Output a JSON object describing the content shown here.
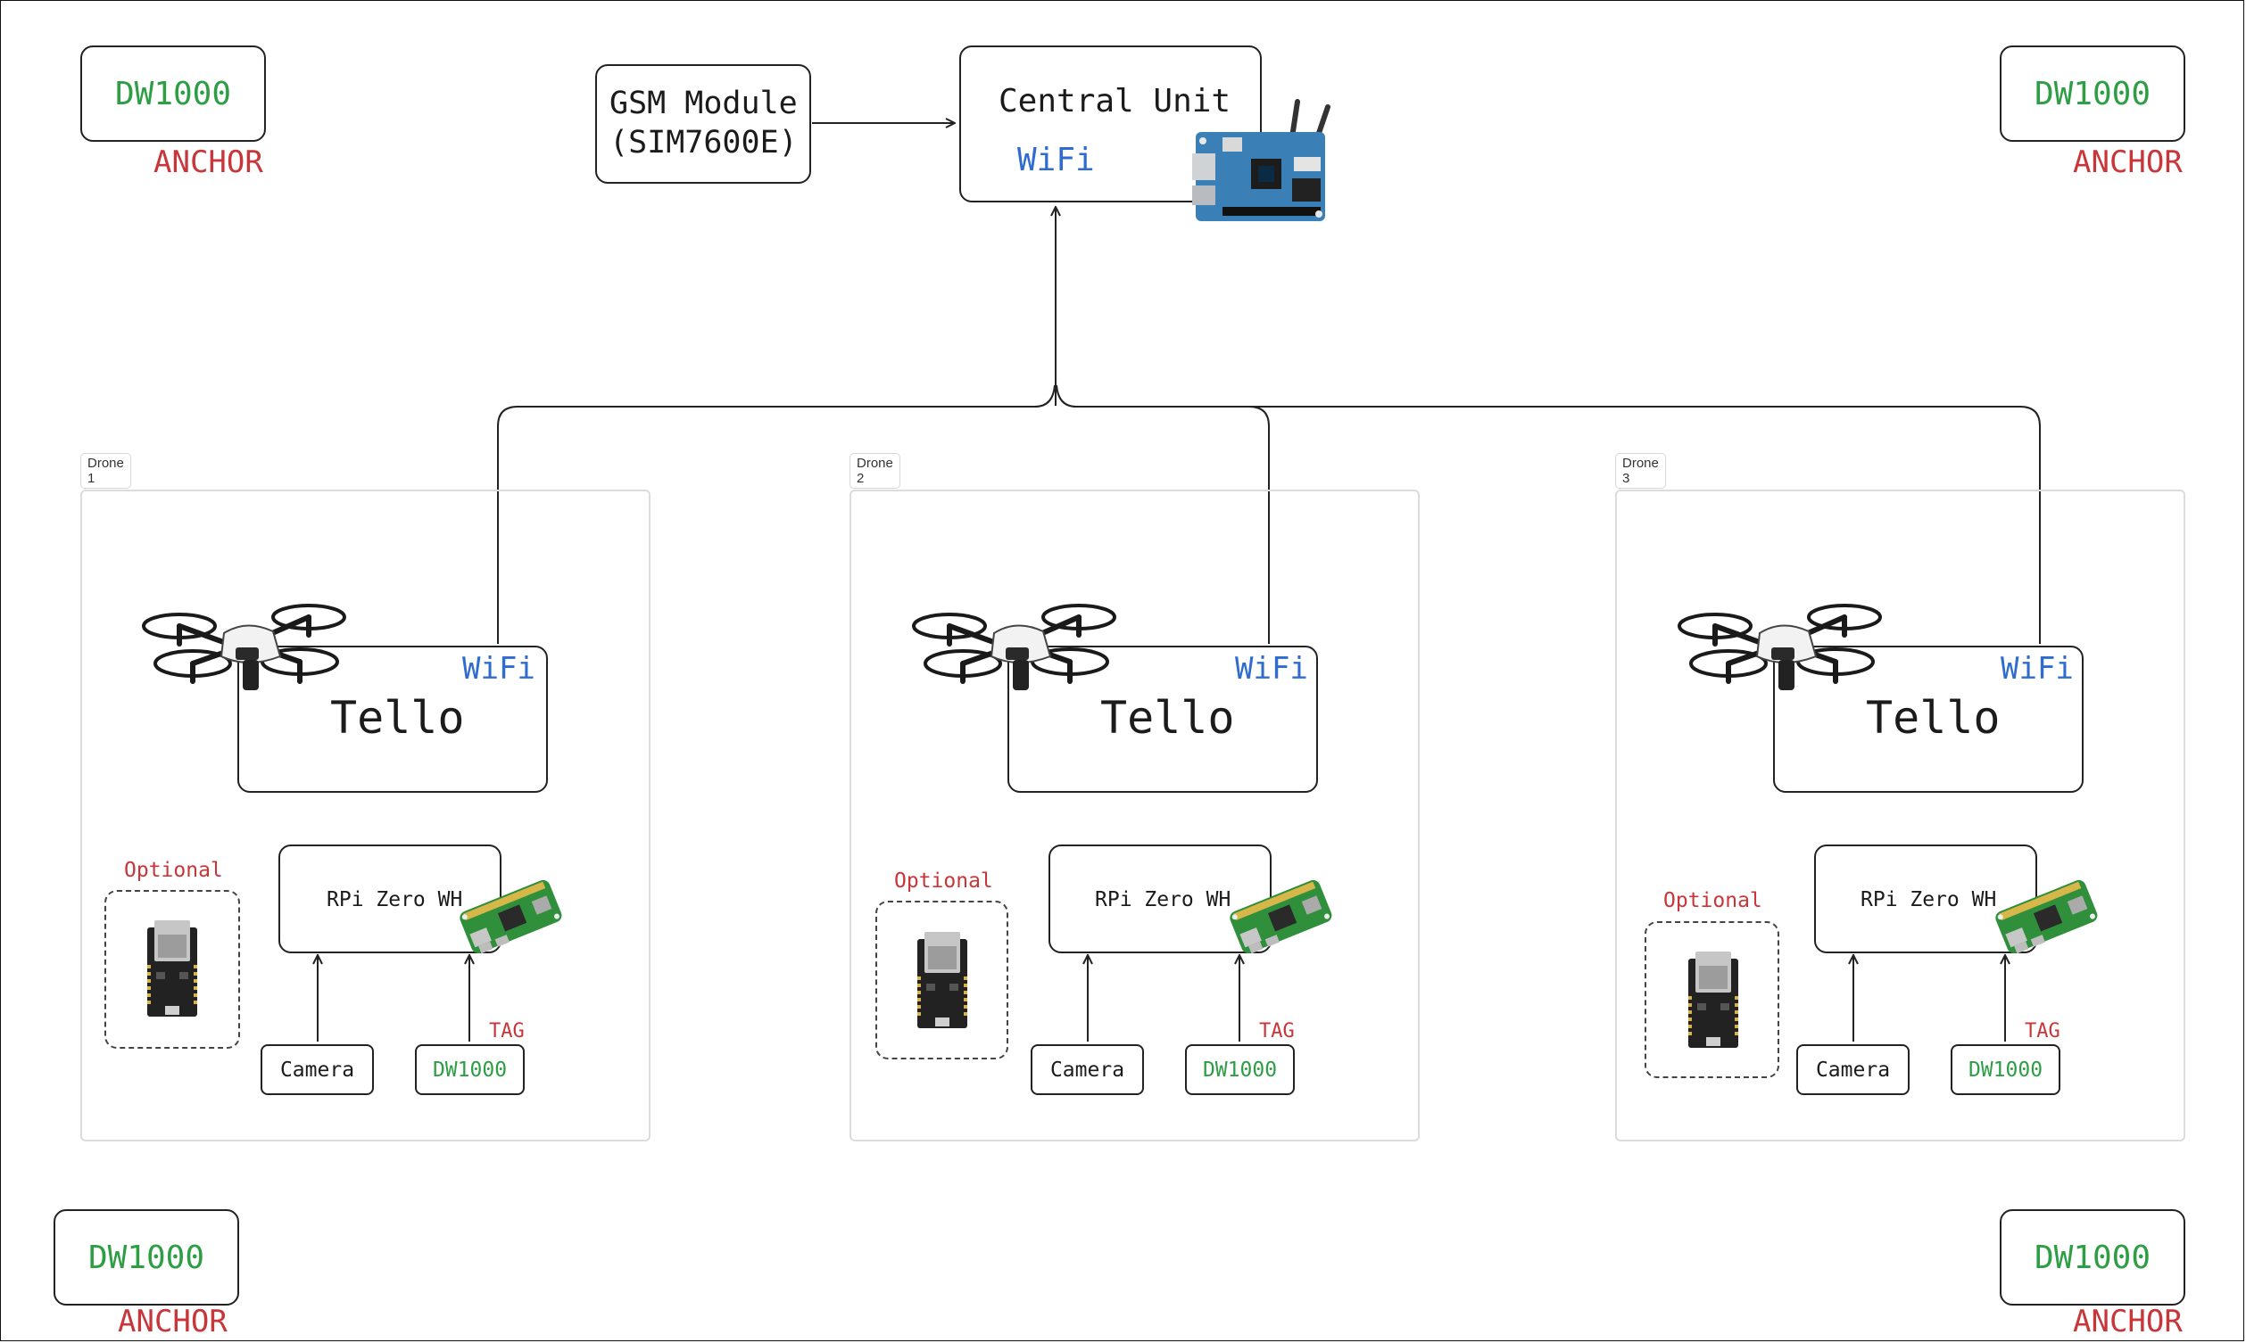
{
  "anchors": {
    "chip_label": "DW1000",
    "role_label": "ANCHOR"
  },
  "gsm": {
    "line1": "GSM Module",
    "line2": "(SIM7600E)"
  },
  "central": {
    "title": "Central Unit",
    "wifi": "WiFi"
  },
  "drones": [
    {
      "frame_label": "Drone 1",
      "tello": "Tello",
      "wifi": "WiFi",
      "optional": "Optional",
      "rpi": "RPi Zero WH",
      "camera": "Camera",
      "tag_chip": "DW1000",
      "tag": "TAG"
    },
    {
      "frame_label": "Drone 2",
      "tello": "Tello",
      "wifi": "WiFi",
      "optional": "Optional",
      "rpi": "RPi Zero WH",
      "camera": "Camera",
      "tag_chip": "DW1000",
      "tag": "TAG"
    },
    {
      "frame_label": "Drone 3",
      "tello": "Tello",
      "wifi": "WiFi",
      "optional": "Optional",
      "rpi": "RPi Zero WH",
      "camera": "Camera",
      "tag_chip": "DW1000",
      "tag": "TAG"
    }
  ],
  "colors": {
    "chip_green": "#2e9e45",
    "alert_red": "#c8363a",
    "wifi_blue": "#2f6ccf",
    "ink": "#222222",
    "frame_gray": "#dcdcdc"
  },
  "icons": {
    "central_board": "orange-pi-board-icon",
    "drone": "drone-icon",
    "rpi_board": "raspberry-pi-zero-icon",
    "esp_board": "esp32-board-icon"
  }
}
